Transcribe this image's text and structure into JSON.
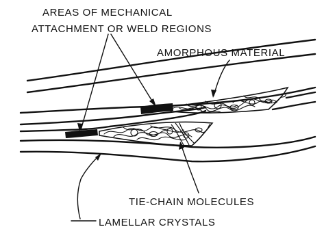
{
  "labels": {
    "weld_regions_line1": "AREAS OF MECHANICAL",
    "weld_regions_line2": "ATTACHMENT OR WELD REGIONS",
    "amorphous": "AMORPHOUS MATERIAL",
    "tie_chain": "TIE-CHAIN MOLECULES",
    "lamellar": "LAMELLAR CRYSTALS"
  },
  "colors": {
    "ink": "#111111",
    "background": "#ffffff"
  }
}
